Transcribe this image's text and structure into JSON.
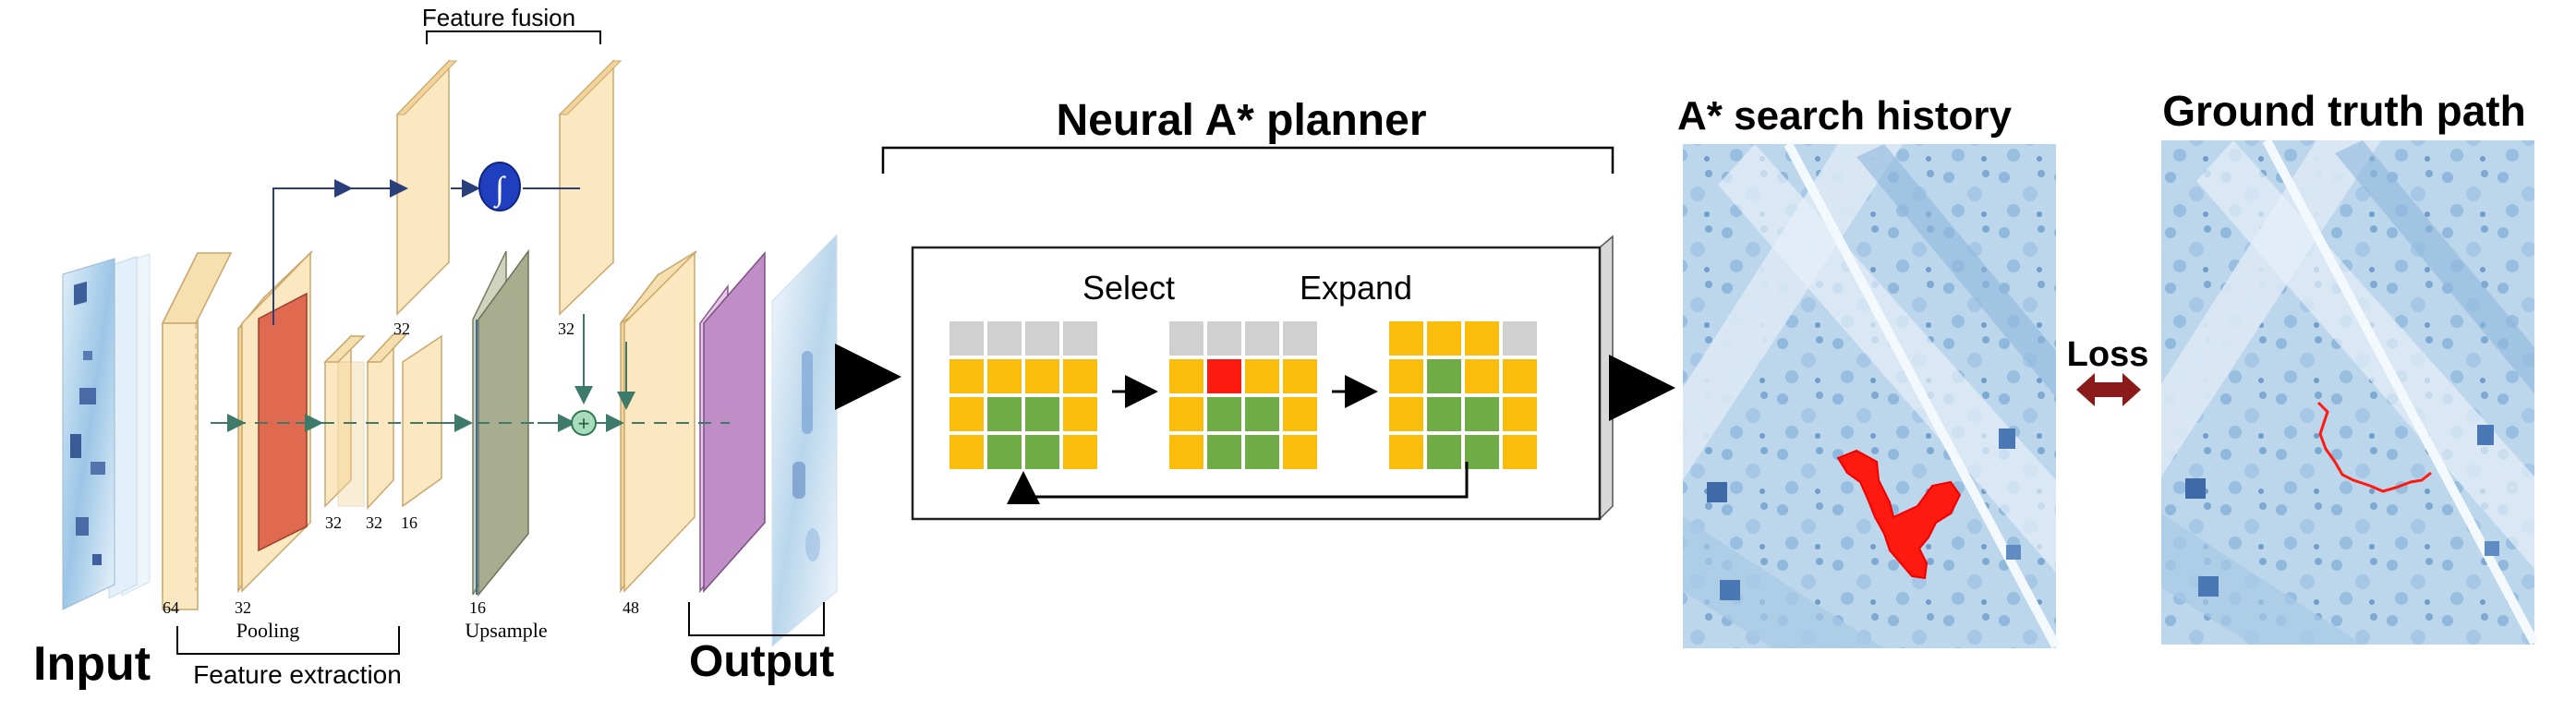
{
  "network": {
    "feature_fusion_label": "Feature fusion",
    "feature_extraction_label": "Feature extraction",
    "pooling_label": "Pooling",
    "upsample_label": "Upsample",
    "input_label": "Input",
    "output_label": "Output",
    "integral_symbol": "∫",
    "plus_symbol": "+",
    "channel_labels": {
      "enc64": "64",
      "enc32": "32",
      "s1": "32",
      "s2": "32",
      "s3": "16",
      "up16": "16",
      "dec48": "48",
      "fuse_a": "32",
      "fuse_b": "32"
    }
  },
  "planner": {
    "title": "Neural A* planner",
    "select_label": "Select",
    "expand_label": "Expand"
  },
  "search_history": {
    "title": "A* search history"
  },
  "ground_truth": {
    "title": "Ground truth path"
  },
  "loss": {
    "label": "Loss"
  },
  "colors": {
    "slab": "#fbe8c0",
    "slab_side": "#f2d49a",
    "slab_edge": "#c9a76a",
    "pool": "#e06a4f",
    "upsample": "#a9ad8f",
    "output": "#c08ec6",
    "yellow": "#fbbd0b",
    "green": "#6fac46",
    "gray": "#d0d0d0",
    "red": "#ff1a0f",
    "integral": "#1f3fbf",
    "loss_arrow": "#8b1a1a",
    "map_water": "#c9def0"
  }
}
